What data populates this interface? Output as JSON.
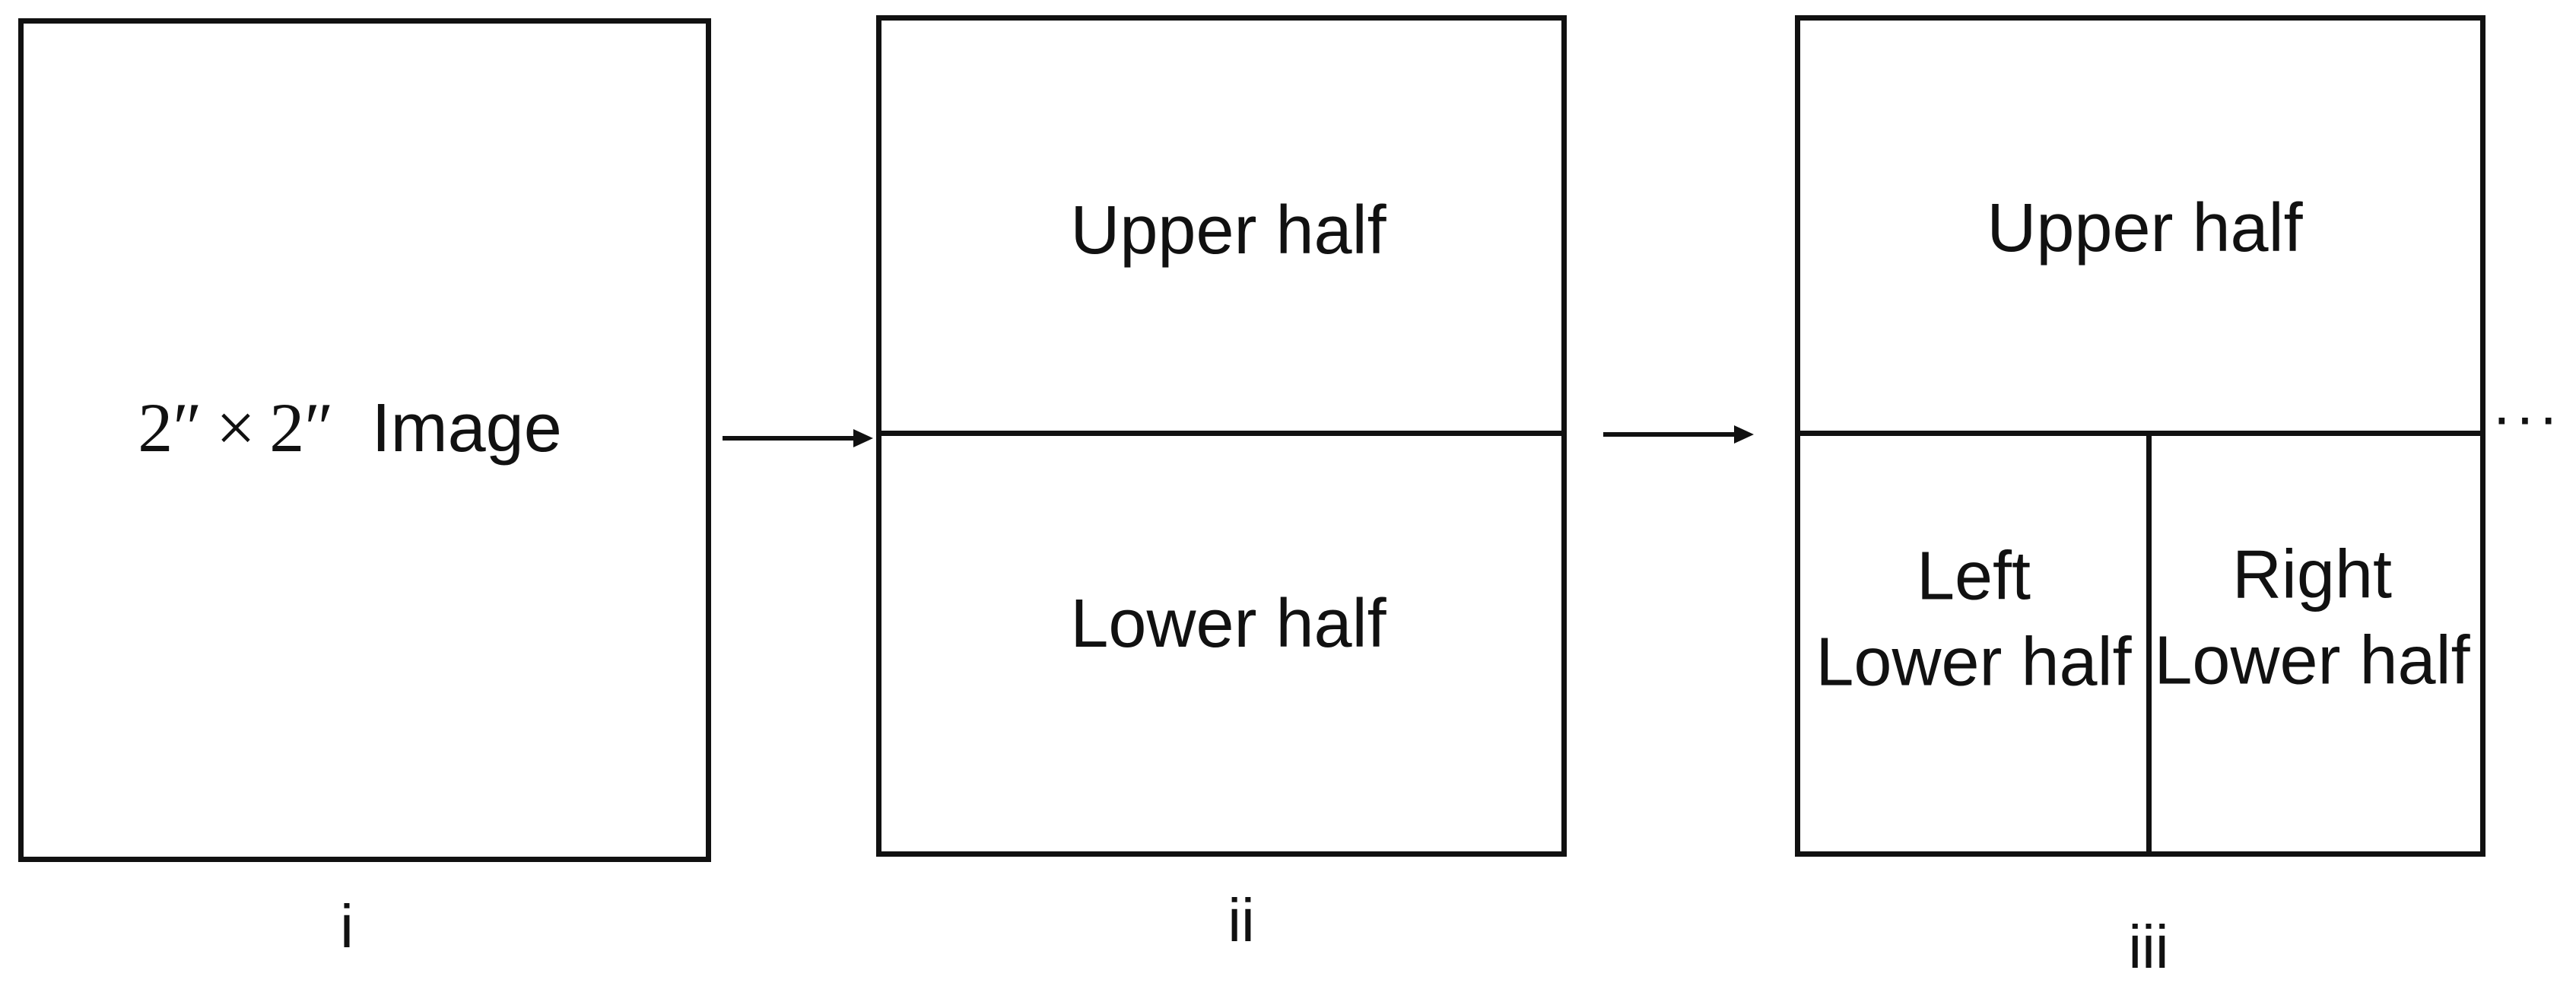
{
  "panels": {
    "i": {
      "formula": "2″ × 2″",
      "title": "Image",
      "caption": "i"
    },
    "ii": {
      "upper": "Upper half",
      "lower": "Lower half",
      "caption": "ii"
    },
    "iii": {
      "upper": "Upper half",
      "left_line1": "Left",
      "left_line2": "Lower half",
      "right_line1": "Right",
      "right_line2": "Lower half",
      "caption": "iii"
    }
  },
  "continuation": "···",
  "colors": {
    "stroke": "#111111",
    "background": "#ffffff"
  }
}
